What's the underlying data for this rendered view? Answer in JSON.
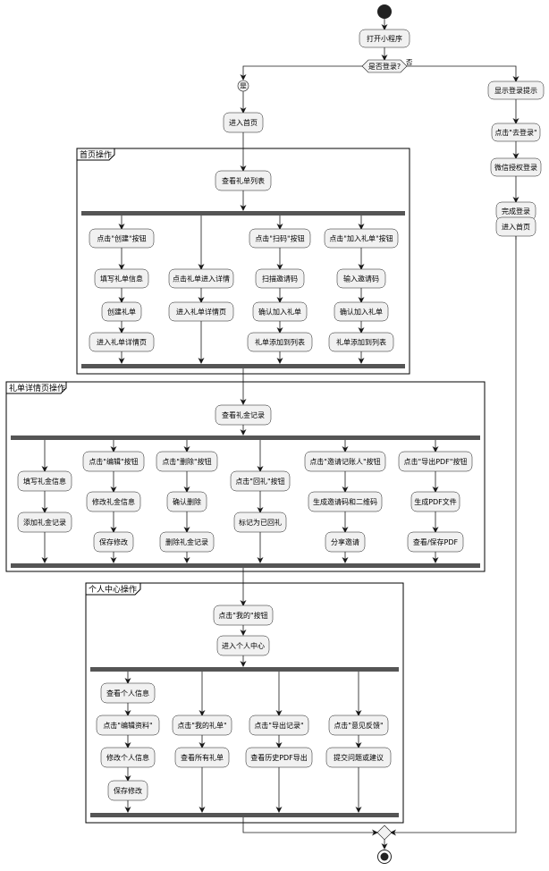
{
  "lanes": {
    "home": "首页操作",
    "detail": "礼单详情页操作",
    "personal": "个人中心操作"
  },
  "nodes": {
    "open_app": "打开小程序",
    "is_login": "是否登录?",
    "yes_label": "是",
    "no_label": "否",
    "enter_home": "进入首页",
    "show_login_tip": "显示登录提示",
    "click_go_login": "点击\"去登录\"",
    "wechat_auth": "微信授权登录",
    "finish_login": "完成登录",
    "enter_home_2": "进入首页",
    "view_gift_list": "查看礼单列表",
    "click_create": "点击\"创建\"按钮",
    "fill_gift_info": "填写礼单信息",
    "create_gift": "创建礼单",
    "enter_gift_detail": "进入礼单详情页",
    "click_gift_to_detail": "点击礼单进入详情",
    "enter_gift_detail_page": "进入礼单详情页",
    "click_scan": "点击\"扫码\"按钮",
    "scan_invite_code": "扫描邀请码",
    "confirm_join_a": "确认加入礼单",
    "gift_added_a": "礼单添加到列表",
    "click_join": "点击\"加入礼单\"按钮",
    "input_invite_code": "输入邀请码",
    "confirm_join_b": "确认加入礼单",
    "gift_added_b": "礼单添加到列表",
    "view_gift_money": "查看礼金记录",
    "fill_money_info": "填写礼金信息",
    "add_money_record": "添加礼金记录",
    "click_edit": "点击\"编辑\"按钮",
    "modify_money_info": "修改礼金信息",
    "save_edit": "保存修改",
    "click_delete": "点击\"删除\"按钮",
    "confirm_delete": "确认删除",
    "delete_money_record": "删除礼金记录",
    "click_return_gift": "点击\"回礼\"按钮",
    "mark_returned": "标记为已回礼",
    "click_invite_bookkeeper": "点击\"邀请记账人\"按钮",
    "gen_invite_qr": "生成邀请码和二维码",
    "share_invite": "分享邀请",
    "click_export_pdf": "点击\"导出PDF\"按钮",
    "gen_pdf": "生成PDF文件",
    "view_save_pdf": "查看/保存PDF",
    "click_mine": "点击\"我的\"按钮",
    "enter_personal": "进入个人中心",
    "view_personal_info": "查看个人信息",
    "click_edit_profile": "点击\"编辑资料\"",
    "modify_personal_info": "修改个人信息",
    "save_profile": "保存修改",
    "click_my_gifts": "点击\"我的礼单\"",
    "view_all_gifts": "查看所有礼单",
    "click_export_records": "点击\"导出记录\"",
    "view_pdf_history": "查看历史PDF导出",
    "click_feedback": "点击\"意见反馈\"",
    "submit_feedback": "提交问题或建议"
  },
  "colors": {
    "node_fill": "#f1f1f1",
    "border": "#181818",
    "fork_bar": "#555555",
    "start": "#222222"
  }
}
